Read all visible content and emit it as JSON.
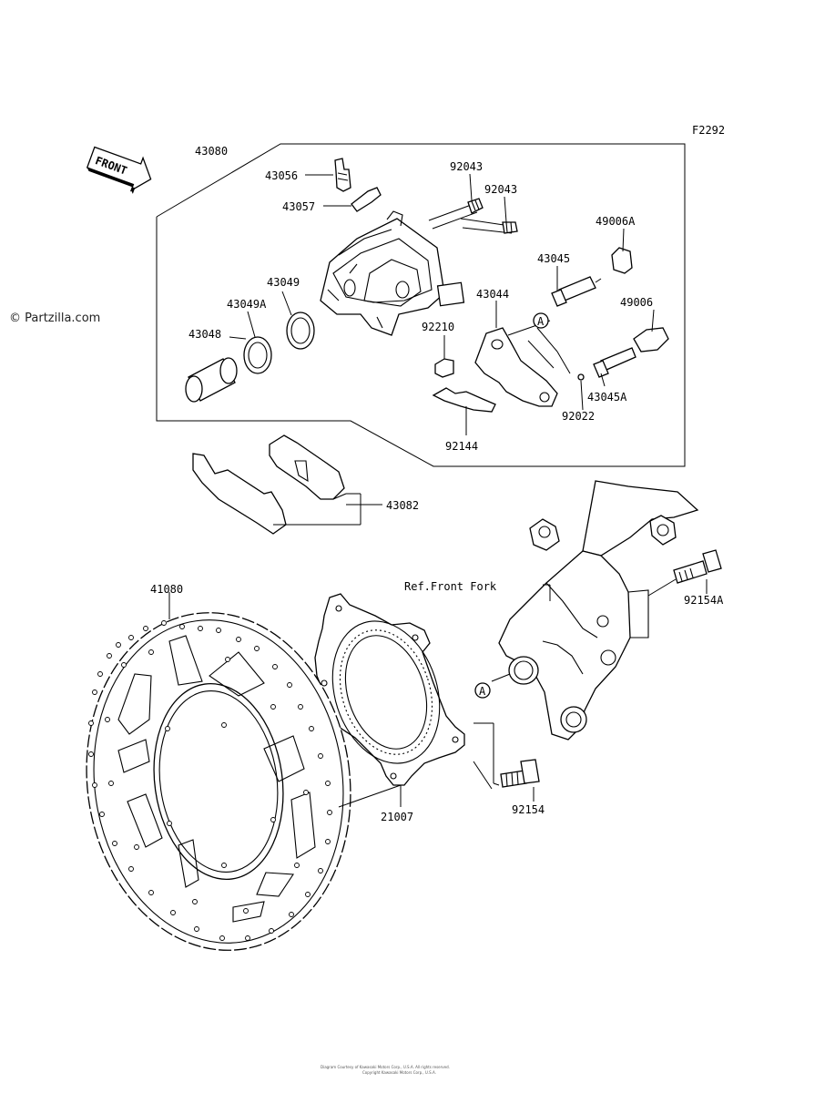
{
  "diagram": {
    "ref_code": "F2292",
    "watermark": "© Partzilla.com",
    "front_label": "FRONT",
    "ref_fork_label": "Ref.Front Fork",
    "marker_a": "A",
    "footer_line1": "Diagram Courtesy of Kawasaki Motors Corp., U.S.A. All rights reserved.",
    "footer_line2": "Copyright Kawasaki Motors Corp., U.S.A.",
    "parts": {
      "p43080": "43080",
      "p43056": "43056",
      "p43057": "43057",
      "p92043a": "92043",
      "p92043b": "92043",
      "p49006a": "49006A",
      "p43045": "43045",
      "p43049": "43049",
      "p43049a": "43049A",
      "p43044": "43044",
      "p49006": "49006",
      "p43048": "43048",
      "p92210": "92210",
      "p43045a": "43045A",
      "p92022": "92022",
      "p92144": "92144",
      "p43082": "43082",
      "p92154a": "92154A",
      "p41080": "41080",
      "p21007": "21007",
      "p92154": "92154"
    }
  }
}
